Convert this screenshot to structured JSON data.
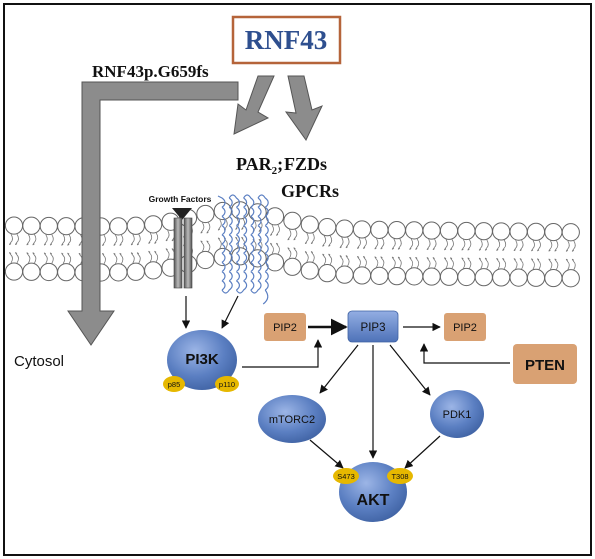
{
  "title": "RNF43",
  "mutant_label": "RNF43p.G659fs",
  "receptors": {
    "par": "PAR",
    "par_sub": "2",
    "par_sep": ";",
    "fzd": "FZDs",
    "gpcr": "GPCRs"
  },
  "growth_factors": "Growth Factors",
  "cytosol": "Cytosol",
  "nodes": {
    "pi3k": "PI3K",
    "p85": "p85",
    "p110": "p110",
    "pip2_left": "PIP2",
    "pip3": "PIP3",
    "pip2_right": "PIP2",
    "pten": "PTEN",
    "mtorc2": "mTORC2",
    "pdk1": "PDK1",
    "akt": "AKT",
    "s473": "S473",
    "t308": "T308"
  },
  "colors": {
    "rnf43_text": "#2e4f8f",
    "rnf43_border": "#b5643a",
    "protein_blue": "#5b7fc2",
    "substrate_tan": "#d9a173",
    "phospho_yellow": "#e6b800",
    "pathway_gray": "#8c8c8c",
    "membrane_stroke": "#666666"
  }
}
